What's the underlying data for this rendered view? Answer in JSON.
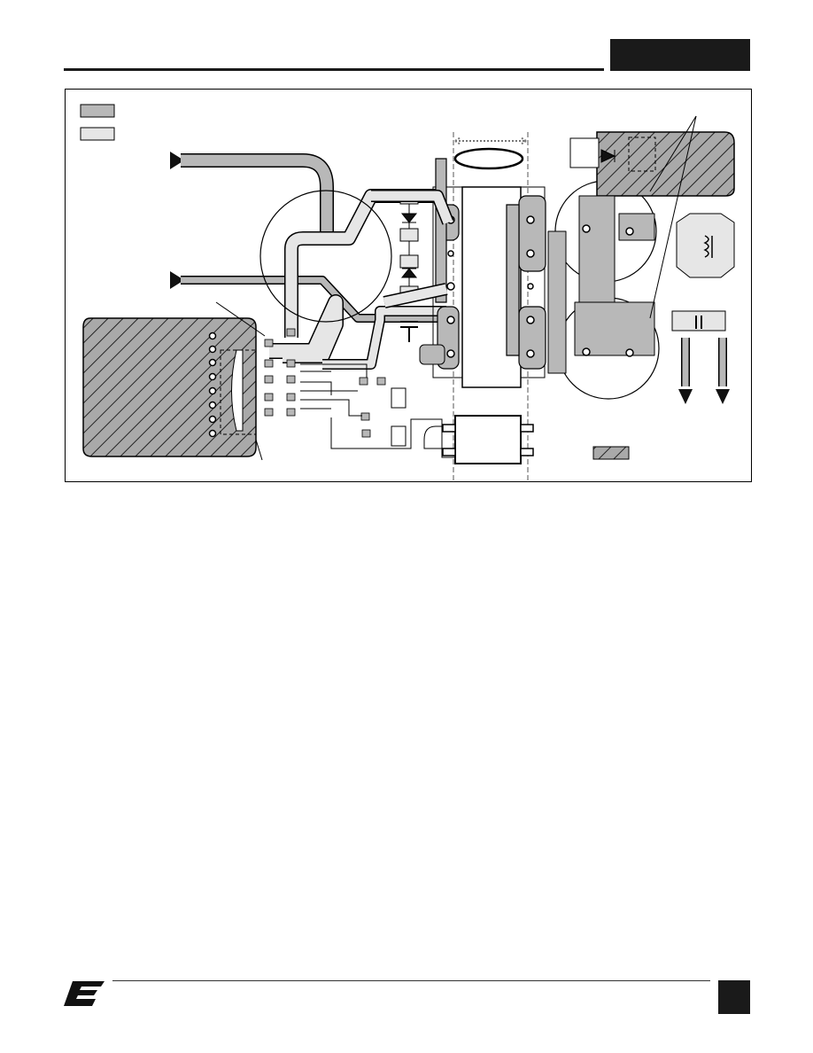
{
  "header": {
    "has_title_block": true
  },
  "figure": {
    "legend": [
      {
        "swatch": "layer-dark",
        "color": "#b8b8b8"
      },
      {
        "swatch": "layer-light",
        "color": "#e6e6e6"
      },
      {
        "swatch": "hatched-area",
        "color": "#a9a9a9"
      }
    ],
    "icons": [
      "diode-icon",
      "inductor-icon",
      "capacitor-icon",
      "arrow-icon",
      "transformer-icon",
      "optocoupler-icon"
    ]
  },
  "footer": {
    "logo": "logo-mark",
    "has_page_block": true
  }
}
